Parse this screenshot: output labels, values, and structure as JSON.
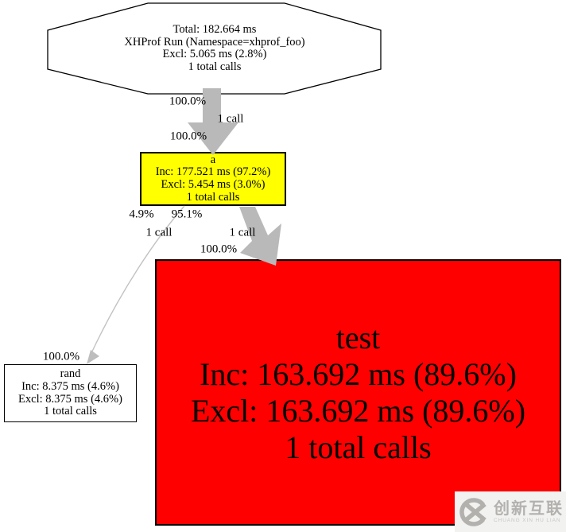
{
  "nodes": {
    "root": {
      "shape": "octagon",
      "fill": "#ffffff",
      "lines": [
        "Total: 182.664 ms",
        "XHProf Run (Namespace=xhprof_foo)",
        "Excl: 5.065 ms (2.8%)",
        "1 total calls"
      ]
    },
    "a": {
      "shape": "box",
      "fill": "#ffff00",
      "lines": [
        "a",
        "Inc: 177.521 ms (97.2%)",
        "Excl: 5.454 ms (3.0%)",
        "1 total calls"
      ]
    },
    "rand": {
      "shape": "box",
      "fill": "#ffffff",
      "lines": [
        "rand",
        "Inc: 8.375 ms (4.6%)",
        "Excl: 8.375 ms (4.6%)",
        "1 total calls"
      ]
    },
    "test": {
      "shape": "box",
      "fill": "#ff0000",
      "lines": [
        "test",
        "Inc: 163.692 ms (89.6%)",
        "Excl: 163.692 ms (89.6%)",
        "1 total calls"
      ]
    }
  },
  "edges": {
    "root_to_a": {
      "pct_out": "100.0%",
      "calls": "1 call",
      "pct_in": "100.0%"
    },
    "a_to_rand": {
      "pct_out": "4.9%",
      "calls": "1 call",
      "pct_in": "100.0%"
    },
    "a_to_test": {
      "pct_out": "95.1%",
      "calls": "1 call",
      "pct_in": "100.0%"
    }
  },
  "watermark": {
    "brand": "创新互联",
    "subtitle": "CHUANG XIN HU LIAN"
  },
  "colors": {
    "arrow_gray": "#b9b9b9",
    "thin_edge_gray": "#c2c2c2",
    "node_a_fill": "#ffff00",
    "node_test_fill": "#ff0000",
    "watermark_bg": "#f2f2f1",
    "watermark_fg": "#b3b1ae",
    "watermark_sub_fg": "#c8c6c3"
  }
}
